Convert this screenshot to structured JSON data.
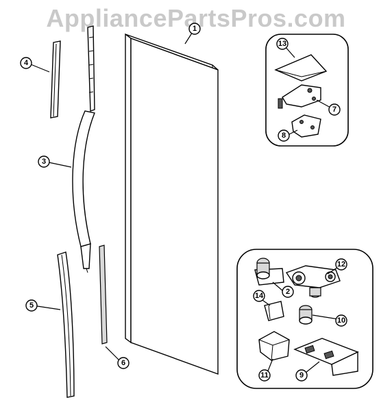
{
  "watermark": "AppliancePartsPros.com",
  "callouts": [
    {
      "key": "door",
      "label": "1"
    },
    {
      "key": "hinge-cam",
      "label": "2"
    },
    {
      "key": "handle",
      "label": "3"
    },
    {
      "key": "trim-top",
      "label": "4"
    },
    {
      "key": "trim-bottom",
      "label": "5"
    },
    {
      "key": "gasket-strip",
      "label": "6"
    },
    {
      "key": "hinge-plate",
      "label": "7"
    },
    {
      "key": "hinge-shim",
      "label": "8"
    },
    {
      "key": "bottom-hinge-bracket",
      "label": "9"
    },
    {
      "key": "hinge-pin",
      "label": "10"
    },
    {
      "key": "hinge-cover",
      "label": "11"
    },
    {
      "key": "center-hinge",
      "label": "12"
    },
    {
      "key": "top-hinge-cover",
      "label": "13"
    },
    {
      "key": "hinge-clip",
      "label": "14"
    }
  ]
}
